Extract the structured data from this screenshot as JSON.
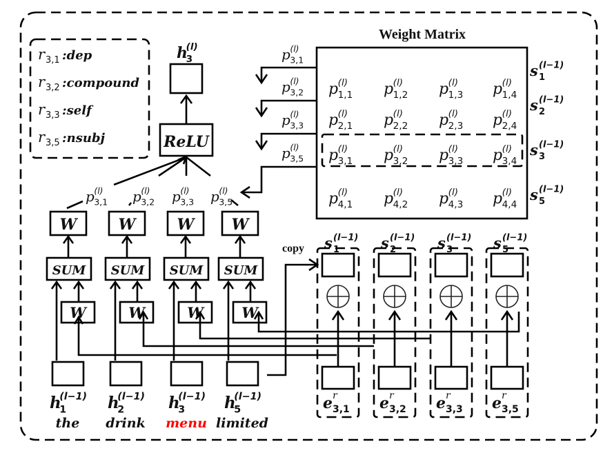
{
  "relations": [
    {
      "sub": "3,1",
      "name": "dep"
    },
    {
      "sub": "3,2",
      "name": "compound"
    },
    {
      "sub": "3,3",
      "name": "self"
    },
    {
      "sub": "3,5",
      "name": "nsubj"
    }
  ],
  "relation_symbol": "r",
  "output_node": {
    "base": "h",
    "sub": "3",
    "sup": "(l)"
  },
  "relu_label": "ReLU",
  "weight_matrix": {
    "title": "Weight Matrix",
    "cell_base": "p",
    "cell_sup": "(l)",
    "rows": [
      [
        "1,1",
        "1,2",
        "1,3",
        "1,4"
      ],
      [
        "2,1",
        "2,2",
        "2,3",
        "2,4"
      ],
      [
        "3,1",
        "3,2",
        "3,3",
        "3,4"
      ],
      [
        "4,1",
        "4,2",
        "4,3",
        "4,4"
      ]
    ],
    "row_labels": [
      {
        "base": "s",
        "sub": "1",
        "sup": "(l−1)"
      },
      {
        "base": "s",
        "sub": "2",
        "sup": "(l−1)"
      },
      {
        "base": "s",
        "sub": "3",
        "sup": "(l−1)"
      },
      {
        "base": "s",
        "sub": "5",
        "sup": "(l−1)"
      }
    ],
    "highlighted_row": 3
  },
  "selected_weights": [
    {
      "base": "p",
      "sub": "3,1",
      "sup": "(l)"
    },
    {
      "base": "p",
      "sub": "3,2",
      "sup": "(l)"
    },
    {
      "base": "p",
      "sub": "3,3",
      "sup": "(l)"
    },
    {
      "base": "p",
      "sub": "3,5",
      "sup": "(l)"
    }
  ],
  "w_label": "W",
  "sum_label": "SUM",
  "copy_label": "copy",
  "tokens": [
    {
      "base": "h",
      "sub": "1",
      "sup": "(l−1)",
      "word": "the",
      "color": "#111111"
    },
    {
      "base": "h",
      "sub": "2",
      "sup": "(l−1)",
      "word": "drink",
      "color": "#111111"
    },
    {
      "base": "h",
      "sub": "3",
      "sup": "(l−1)",
      "word": "menu",
      "color": "#ff0000"
    },
    {
      "base": "h",
      "sub": "5",
      "sup": "(l−1)",
      "word": "limited",
      "color": "#111111"
    }
  ],
  "state_columns": [
    {
      "base": "s",
      "sub": "1",
      "sup": "(l−1)",
      "e_base": "e",
      "e_sup": "r",
      "e_sub": "3,1"
    },
    {
      "base": "s",
      "sub": "2",
      "sup": "(l−1)",
      "e_base": "e",
      "e_sup": "r",
      "e_sub": "3,2"
    },
    {
      "base": "s",
      "sub": "3",
      "sup": "(l−1)",
      "e_base": "e",
      "e_sup": "r",
      "e_sub": "3,3"
    },
    {
      "base": "s",
      "sub": "5",
      "sup": "(l−1)",
      "e_base": "e",
      "e_sup": "r",
      "e_sub": "3,5"
    }
  ],
  "plus_symbol": "⊕"
}
